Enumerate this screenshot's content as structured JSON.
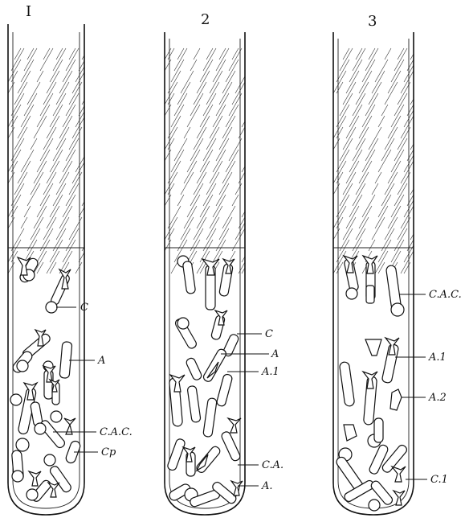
{
  "tubes": [
    {
      "number": "I",
      "labels": [
        "C",
        "A",
        "C.A.C.",
        "Cp"
      ]
    },
    {
      "number": "2",
      "labels": [
        "C",
        "A",
        "A.1",
        "C.A.",
        "A."
      ]
    },
    {
      "number": "3",
      "labels": [
        "C.A.C.",
        "A.1",
        "A.2",
        "C.1"
      ]
    }
  ]
}
